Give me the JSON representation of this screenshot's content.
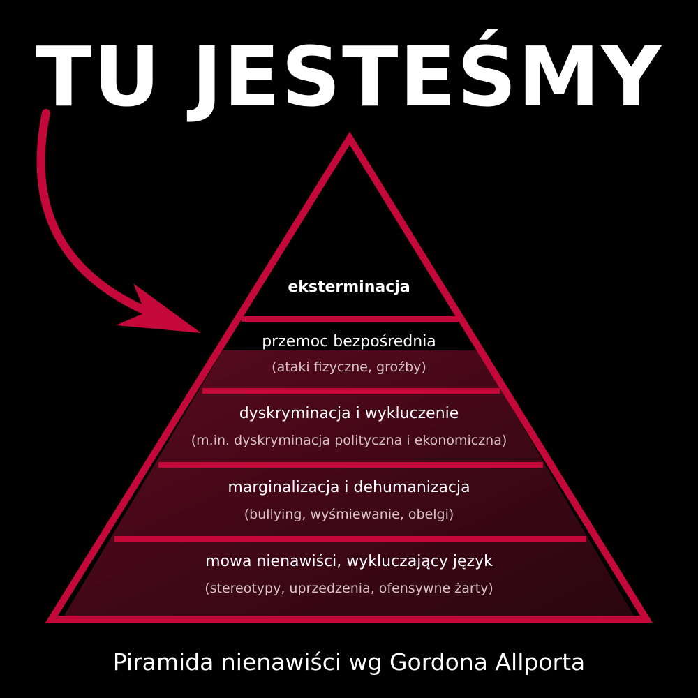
{
  "headline": "TU JESTEŚMY",
  "pyramid": {
    "levels": [
      {
        "title": "eksterminacja",
        "description": ""
      },
      {
        "title": "przemoc bezpośrednia",
        "description": "(ataki fizyczne, groźby)"
      },
      {
        "title": "dyskryminacja i wykluczenie",
        "description": "(m.in. dyskryminacja polityczna i ekonomiczna)"
      },
      {
        "title": "marginalizacja i dehumanizacja",
        "description": "(bullying, wyśmiewanie, obelgi)"
      },
      {
        "title": "mowa nienawiści,  wykluczający język",
        "description": "(stereotypy, uprzedzenia, ofensywne żarty)"
      }
    ]
  },
  "caption": "Piramida nienawiści wg Gordona Allporta",
  "colors": {
    "background": "#000000",
    "accent": "#c4093a",
    "fill_dark": "#5a0a1e",
    "fill_light": "#2a0610",
    "text": "#ffffff",
    "subtext": "#d7c3c6"
  }
}
